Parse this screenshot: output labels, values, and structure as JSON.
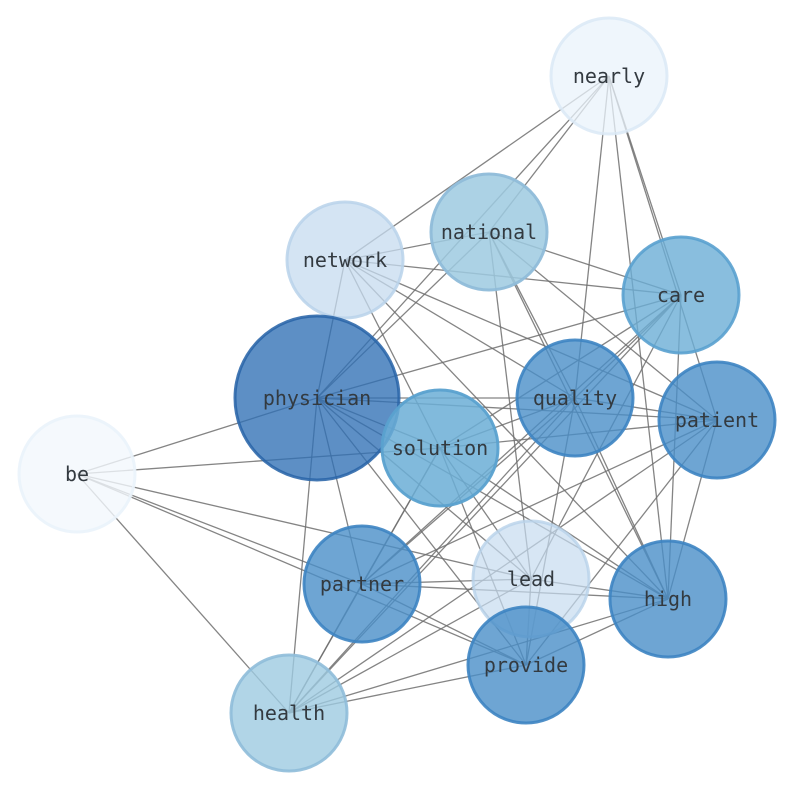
{
  "nodes": [
    {
      "id": "nearly",
      "label": "nearly",
      "fill": "#eaf3fb",
      "stroke": "#dbe9f6",
      "opacity": 0.75
    },
    {
      "id": "national",
      "label": "national",
      "fill": "#9ecae1",
      "stroke": "#8fbcd9",
      "opacity": 0.85
    },
    {
      "id": "network",
      "label": "network",
      "fill": "#c6dbef",
      "stroke": "#b8d2ea",
      "opacity": 0.75
    },
    {
      "id": "care",
      "label": "care",
      "fill": "#6baed6",
      "stroke": "#5aa1cf",
      "opacity": 0.8
    },
    {
      "id": "physician",
      "label": "physician",
      "fill": "#2f6fb5",
      "stroke": "#2a65a8",
      "opacity": 0.78
    },
    {
      "id": "quality",
      "label": "quality",
      "fill": "#4a8fc8",
      "stroke": "#3d84c2",
      "opacity": 0.8
    },
    {
      "id": "patient",
      "label": "patient",
      "fill": "#4a8fc8",
      "stroke": "#3d84c2",
      "opacity": 0.8
    },
    {
      "id": "solution",
      "label": "solution",
      "fill": "#6baed6",
      "stroke": "#5aa1cf",
      "opacity": 0.85
    },
    {
      "id": "be",
      "label": "be",
      "fill": "#f2f8fd",
      "stroke": "#eaf3fb",
      "opacity": 0.8
    },
    {
      "id": "lead",
      "label": "lead",
      "fill": "#c6dbef",
      "stroke": "#b8d2ea",
      "opacity": 0.7
    },
    {
      "id": "partner",
      "label": "partner",
      "fill": "#4a8fc8",
      "stroke": "#3d84c2",
      "opacity": 0.8
    },
    {
      "id": "high",
      "label": "high",
      "fill": "#4a8fc8",
      "stroke": "#3d84c2",
      "opacity": 0.8
    },
    {
      "id": "provide",
      "label": "provide",
      "fill": "#4a8fc8",
      "stroke": "#3d84c2",
      "opacity": 0.8
    },
    {
      "id": "health",
      "label": "health",
      "fill": "#9ecae1",
      "stroke": "#8fbcd9",
      "opacity": 0.8
    }
  ],
  "edges": [
    [
      "nearly",
      "network"
    ],
    [
      "nearly",
      "national"
    ],
    [
      "nearly",
      "care"
    ],
    [
      "nearly",
      "patient"
    ],
    [
      "nearly",
      "quality"
    ],
    [
      "nearly",
      "physician"
    ],
    [
      "nearly",
      "high"
    ],
    [
      "network",
      "national"
    ],
    [
      "network",
      "care"
    ],
    [
      "network",
      "quality"
    ],
    [
      "network",
      "patient"
    ],
    [
      "network",
      "physician"
    ],
    [
      "network",
      "solution"
    ],
    [
      "network",
      "high"
    ],
    [
      "national",
      "care"
    ],
    [
      "national",
      "physician"
    ],
    [
      "national",
      "quality"
    ],
    [
      "national",
      "patient"
    ],
    [
      "national",
      "high"
    ],
    [
      "national",
      "lead"
    ],
    [
      "care",
      "physician"
    ],
    [
      "care",
      "quality"
    ],
    [
      "care",
      "solution"
    ],
    [
      "care",
      "partner"
    ],
    [
      "care",
      "health"
    ],
    [
      "care",
      "lead"
    ],
    [
      "care",
      "high"
    ],
    [
      "physician",
      "quality"
    ],
    [
      "physician",
      "patient"
    ],
    [
      "physician",
      "solution"
    ],
    [
      "physician",
      "be"
    ],
    [
      "physician",
      "partner"
    ],
    [
      "physician",
      "lead"
    ],
    [
      "physician",
      "provide"
    ],
    [
      "physician",
      "health"
    ],
    [
      "physician",
      "high"
    ],
    [
      "quality",
      "solution"
    ],
    [
      "quality",
      "patient"
    ],
    [
      "quality",
      "partner"
    ],
    [
      "quality",
      "health"
    ],
    [
      "quality",
      "provide"
    ],
    [
      "quality",
      "high"
    ],
    [
      "patient",
      "solution"
    ],
    [
      "patient",
      "partner"
    ],
    [
      "patient",
      "provide"
    ],
    [
      "patient",
      "high"
    ],
    [
      "patient",
      "health"
    ],
    [
      "solution",
      "be"
    ],
    [
      "solution",
      "partner"
    ],
    [
      "solution",
      "lead"
    ],
    [
      "solution",
      "provide"
    ],
    [
      "solution",
      "high"
    ],
    [
      "solution",
      "health"
    ],
    [
      "be",
      "partner"
    ],
    [
      "be",
      "lead"
    ],
    [
      "be",
      "health"
    ],
    [
      "be",
      "provide"
    ],
    [
      "lead",
      "partner"
    ],
    [
      "lead",
      "provide"
    ],
    [
      "lead",
      "health"
    ],
    [
      "lead",
      "high"
    ],
    [
      "partner",
      "high"
    ],
    [
      "partner",
      "provide"
    ],
    [
      "partner",
      "health"
    ],
    [
      "high",
      "provide"
    ],
    [
      "high",
      "health"
    ],
    [
      "provide",
      "health"
    ]
  ]
}
